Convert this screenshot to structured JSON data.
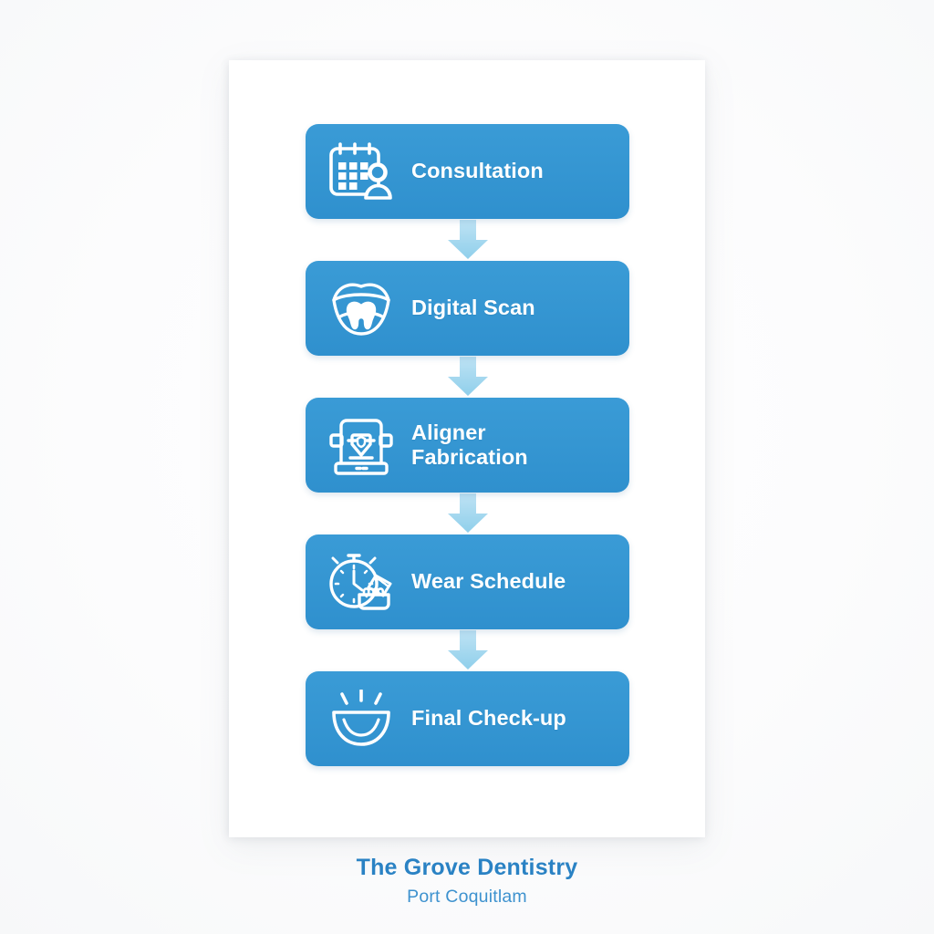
{
  "panel": {
    "background_color": "#ffffff",
    "page_background_color": "#fdfdfd"
  },
  "theme": {
    "box_color": "#3596d2",
    "arrow_color": "#a8d8ef",
    "label_color": "#ffffff",
    "footer_title_color": "#2a82c4",
    "footer_subtitle_color": "#3d92cf"
  },
  "flow": {
    "steps": [
      {
        "label": "Consultation",
        "icon": "calendar-person-icon"
      },
      {
        "label": "Digital Scan",
        "icon": "mouth-tooth-icon"
      },
      {
        "label": "Aligner\nFabrication",
        "icon": "fabrication-machine-icon"
      },
      {
        "label": "Wear Schedule",
        "icon": "stopwatch-aligner-icon"
      },
      {
        "label": "Final Check-up",
        "icon": "smile-icon"
      }
    ],
    "connectors": [
      {
        "icon": "arrow-down-icon"
      },
      {
        "icon": "arrow-down-icon"
      },
      {
        "icon": "arrow-down-icon"
      },
      {
        "icon": "arrow-down-icon"
      }
    ]
  },
  "footer": {
    "clinic_name": "The Grove Dentistry",
    "city": "Port Coquitlam"
  }
}
